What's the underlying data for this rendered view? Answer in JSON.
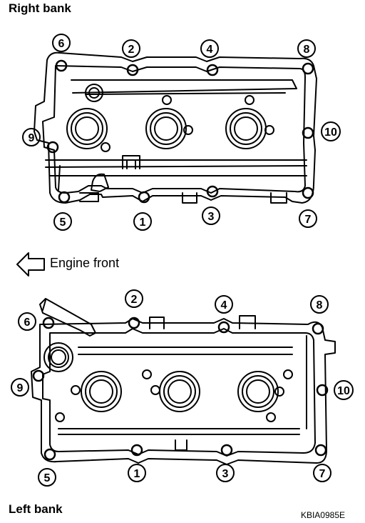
{
  "right_bank": {
    "title": "Right bank",
    "bolts": [
      {
        "label": "6"
      },
      {
        "label": "2"
      },
      {
        "label": "4"
      },
      {
        "label": "8"
      },
      {
        "label": "9"
      },
      {
        "label": "10"
      },
      {
        "label": "5"
      },
      {
        "label": "1"
      },
      {
        "label": "3"
      },
      {
        "label": "7"
      }
    ]
  },
  "direction": {
    "label": "Engine front"
  },
  "left_bank": {
    "title": "Left bank",
    "bolts": [
      {
        "label": "6"
      },
      {
        "label": "2"
      },
      {
        "label": "4"
      },
      {
        "label": "8"
      },
      {
        "label": "9"
      },
      {
        "label": "10"
      },
      {
        "label": "5"
      },
      {
        "label": "1"
      },
      {
        "label": "3"
      },
      {
        "label": "7"
      }
    ]
  },
  "figure_code": "KBIA0985E"
}
